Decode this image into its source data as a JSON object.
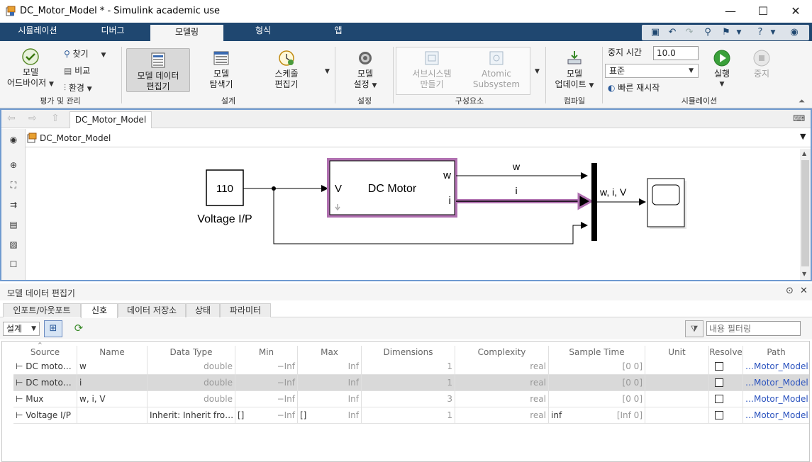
{
  "window": {
    "title": "DC_Motor_Model * - Simulink academic use",
    "minimize": "—",
    "maximize": "☐",
    "close": "✕"
  },
  "tabs": [
    "시뮬레이션",
    "디버그",
    "모델링",
    "형식",
    "앱"
  ],
  "ribbon": {
    "advisor": {
      "line1": "모델",
      "line2": "어드바이저"
    },
    "find": "찾기",
    "compare": "비교",
    "environment": "환경",
    "group_eval": "평가 및 관리",
    "data_editor": {
      "line1": "모델 데이터",
      "line2": "편집기"
    },
    "explorer": {
      "line1": "모델",
      "line2": "탐색기"
    },
    "schedule": {
      "line1": "스케줄",
      "line2": "편집기"
    },
    "group_design": "설계",
    "settings": {
      "line1": "모델",
      "line2": "설정"
    },
    "group_setup": "설정",
    "subsystem": {
      "line1": "서브시스템",
      "line2": "만들기"
    },
    "atomic": {
      "line1": "Atomic",
      "line2": "Subsystem"
    },
    "group_component": "구성요소",
    "update": {
      "line1": "모델",
      "line2": "업데이트"
    },
    "group_compile": "컴파일",
    "stop_time_label": "중지 시간",
    "stop_time_value": "10.0",
    "mode": "표준",
    "fast_restart": "빠른 재시작",
    "run": "실행",
    "stop": "중지",
    "group_sim": "시뮬레이션"
  },
  "editor": {
    "model_tab": "DC_Motor_Model",
    "path": "DC_Motor_Model"
  },
  "diagram": {
    "constant_value": "110",
    "constant_label": "Voltage I/P",
    "motor_name": "DC Motor",
    "port_in": "V",
    "port_w": "w",
    "port_i": "i",
    "sig_w": "w",
    "sig_i": "i",
    "mux_out": "w, i, V"
  },
  "panel": {
    "title": "모델 데이터 편집기",
    "tabs": [
      "인포트/아웃포트",
      "신호",
      "데이터 저장소",
      "상태",
      "파라미터"
    ],
    "view": "설계",
    "filter_placeholder": "내용 필터링",
    "columns": [
      "Source",
      "Name",
      "Data Type",
      "Min",
      "Max",
      "Dimensions",
      "Complexity",
      "Sample Time",
      "Unit",
      "Resolve",
      "Path"
    ],
    "rows": [
      {
        "source": "DC moto…",
        "name": "w",
        "dtype": "double",
        "min": "−Inf",
        "max": "Inf",
        "dims": "1",
        "cplx": "real",
        "st": "",
        "st2": "[0 0]",
        "unit": "",
        "path": "…Motor_Model"
      },
      {
        "source": "DC moto…",
        "name": "i",
        "dtype": "double",
        "min": "−Inf",
        "max": "Inf",
        "dims": "1",
        "cplx": "real",
        "st": "",
        "st2": "[0 0]",
        "unit": "",
        "path": "…Motor_Model"
      },
      {
        "source": "Mux",
        "name": "w, i, V",
        "dtype": "double",
        "min": "−Inf",
        "max": "Inf",
        "dims": "3",
        "cplx": "real",
        "st": "",
        "st2": "[0 0]",
        "unit": "",
        "path": "…Motor_Model"
      },
      {
        "source": "Voltage I/P",
        "name": "",
        "dtype": "Inherit: Inherit fro…",
        "min": "[]",
        "minr": "−Inf",
        "max": "[]",
        "maxr": "Inf",
        "dims": "1",
        "cplx": "real",
        "st": "inf",
        "st2": "[Inf 0]",
        "unit": "",
        "path": "…Motor_Model"
      }
    ]
  }
}
